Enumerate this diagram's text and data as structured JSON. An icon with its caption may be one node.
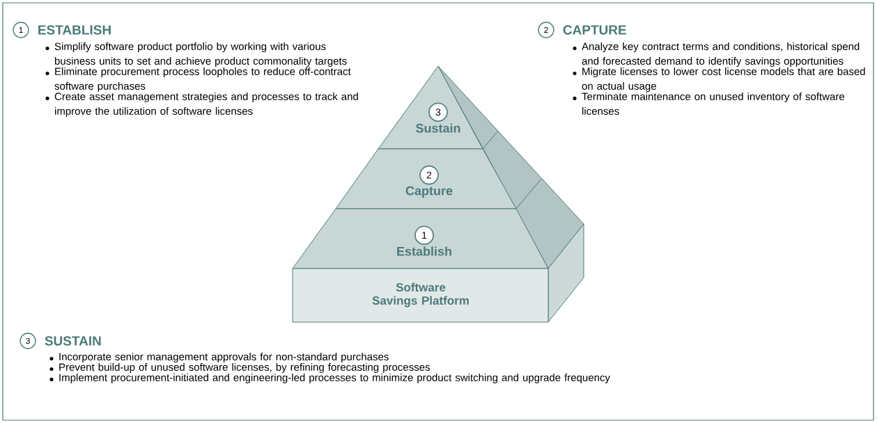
{
  "diagram": {
    "nodes": [
      {
        "text": [
          "1"
        ],
        "beside": [
          "ESTABLISH"
        ]
      },
      {
        "text": [
          "2"
        ],
        "beside": [
          "CAPTURE"
        ]
      },
      {
        "text": [
          "Sustain"
        ]
      },
      {
        "text": [
          "3"
        ],
        "in": 2
      },
      {
        "text": [
          "Capture"
        ]
      },
      {
        "text": [
          "2"
        ],
        "in": 4
      },
      {
        "text": [
          "Establish"
        ]
      },
      {
        "text": [
          "1"
        ],
        "in": 6
      },
      {
        "text": [
          "Software Savings Platform"
        ]
      },
      {
        "text": [
          "3"
        ],
        "beside": [
          "SUSTAIN"
        ]
      }
    ],
    "labels": [
      "Simplify software product portfolio by working with various business units to set and achieve product commonality targets",
      "Eliminate procurement process loopholes to reduce off-contract software purchases",
      "Create asset management strategies and processes to track and improve the utilization of software licenses",
      "Analyze key contract terms and conditions, historical spend and forecasted demand to identify savings opportunities",
      "Migrate licenses to lower cost license models that are based on actual usage",
      "Terminate maintenance on unused inventory of software licenses",
      "Incorporate senior management approvals for non-standard purchases",
      "Prevent build-up of unused software licenses, by refining forecasting processes",
      "Implement procurement-initiated and engineering-led processes to minimize product switching and upgrade frequency"
    ]
  }
}
